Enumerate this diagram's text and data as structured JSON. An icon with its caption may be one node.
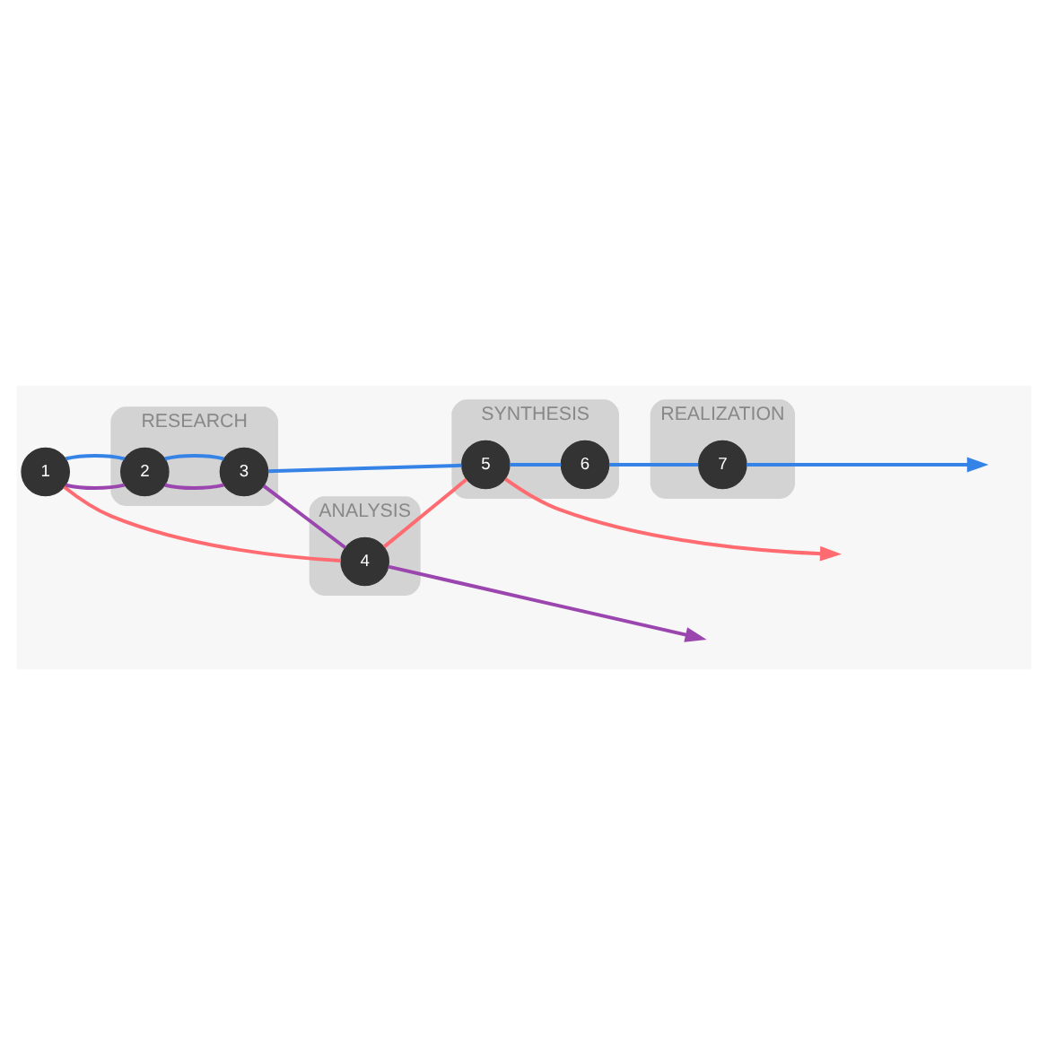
{
  "diagram": {
    "nodes": [
      {
        "text": [
          "ANALYSIS"
        ]
      },
      {
        "text": [
          "SYNTHESIS"
        ]
      },
      {
        "text": [
          "RESEARCH"
        ]
      },
      {
        "text": [
          "REALIZATION"
        ]
      },
      {
        "text": [
          "1"
        ]
      },
      {
        "text": [
          "2"
        ],
        "in": 2
      },
      {
        "text": [
          "3"
        ],
        "in": 2
      },
      {
        "text": [
          "4"
        ],
        "in": 0
      },
      {
        "text": [
          "5"
        ],
        "in": 1
      },
      {
        "text": [
          "6"
        ],
        "in": 1
      },
      {
        "text": [
          "7"
        ],
        "in": 3
      }
    ],
    "edges": [
      {
        "from": 4,
        "to": 7,
        "arrow": "none",
        "color": "#ff6b70"
      },
      {
        "from": 7,
        "to": 8,
        "arrow": "none",
        "color": "#ff6b70"
      },
      {
        "from": 8,
        "to": null,
        "arrow": "to",
        "color": "#ff6b70"
      },
      {
        "from": 4,
        "to": 5,
        "arrow": "none",
        "color": "#9b45ae"
      },
      {
        "from": 5,
        "to": 6,
        "arrow": "none",
        "color": "#9b45ae"
      },
      {
        "from": 6,
        "to": 7,
        "arrow": "none",
        "color": "#9b45ae"
      },
      {
        "from": 7,
        "to": null,
        "arrow": "to",
        "color": "#9b45ae"
      },
      {
        "from": 4,
        "to": 5,
        "arrow": "none",
        "color": "#3583e6"
      },
      {
        "from": 5,
        "to": 6,
        "arrow": "none",
        "color": "#3583e6"
      },
      {
        "from": 6,
        "to": 8,
        "arrow": "none",
        "color": "#3583e6"
      },
      {
        "from": 8,
        "to": 9,
        "arrow": "none",
        "color": "#3583e6"
      },
      {
        "from": 9,
        "to": 10,
        "arrow": "none",
        "color": "#3583e6"
      },
      {
        "from": 10,
        "to": null,
        "arrow": "to",
        "color": "#3583e6"
      }
    ]
  }
}
